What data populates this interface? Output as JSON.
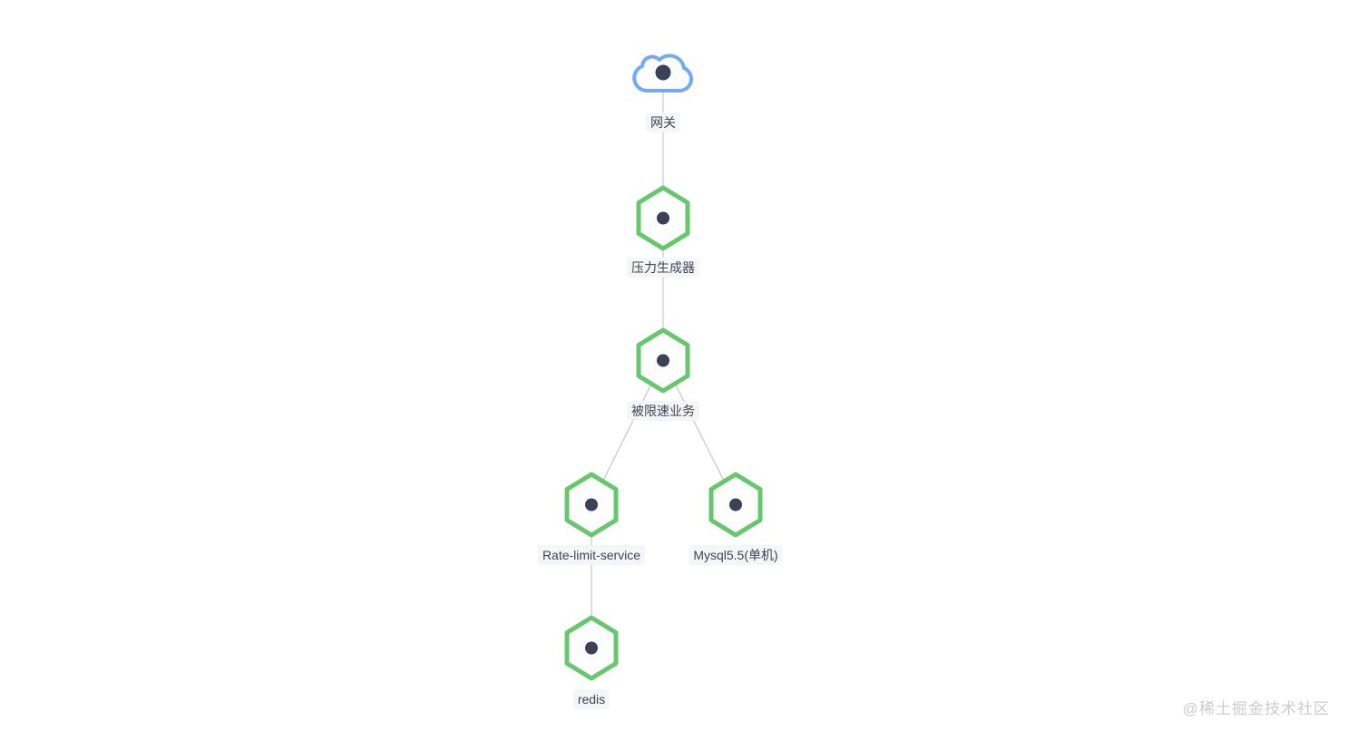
{
  "diagram": {
    "nodes": [
      {
        "id": "gateway",
        "label": "网关",
        "type": "cloud"
      },
      {
        "id": "pressure-generator",
        "label": "压力生成器",
        "type": "hexagon"
      },
      {
        "id": "rate-limited-service",
        "label": "被限速业务",
        "type": "hexagon"
      },
      {
        "id": "rate-limit-service",
        "label": "Rate-limit-service",
        "type": "hexagon"
      },
      {
        "id": "mysql",
        "label": "Mysql5.5(单机)",
        "type": "hexagon"
      },
      {
        "id": "redis",
        "label": "redis",
        "type": "hexagon"
      }
    ],
    "edges": [
      {
        "from": "网关",
        "to": "压力生成器"
      },
      {
        "from": "压力生成器",
        "to": "被限速业务"
      },
      {
        "from": "被限速业务",
        "to": "Rate-limit-service"
      },
      {
        "from": "被限速业务",
        "to": "Mysql5.5(单机)"
      },
      {
        "from": "Rate-limit-service",
        "to": "redis"
      }
    ],
    "colors": {
      "hexagon_border": "#66c76e",
      "cloud_border": "#74abef",
      "node_fill": "#fdfdfd",
      "center_dot": "#3b4156",
      "edge_line": "#b9bcc2",
      "label_text": "#3f4453",
      "label_background": "#f4f5f7"
    }
  },
  "watermark": {
    "text": "@稀土掘金技术社区"
  }
}
